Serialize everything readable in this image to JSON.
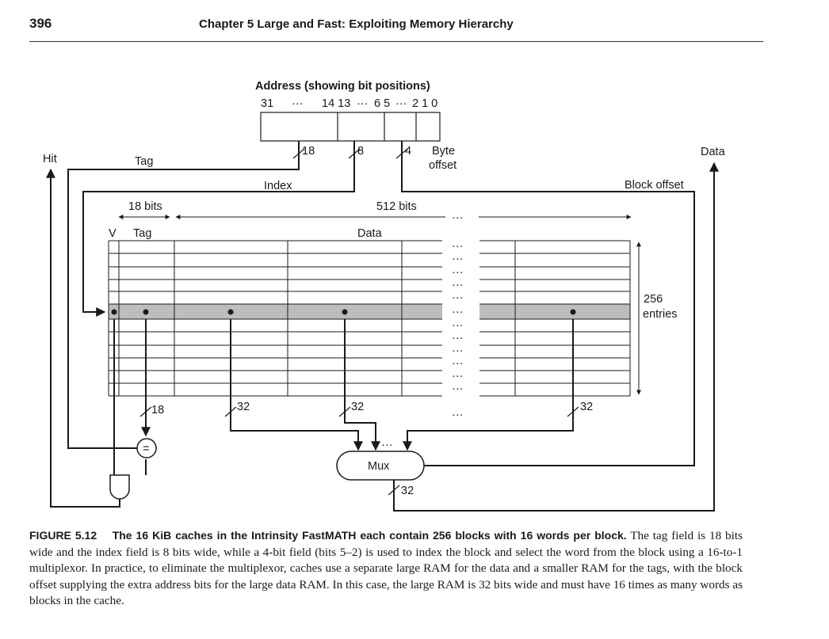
{
  "header": {
    "page_number": "396",
    "chapter_title": "Chapter 5   Large and Fast: Exploiting Memory Hierarchy"
  },
  "figure": {
    "address_title": "Address (showing bit positions)",
    "bit_31": "31",
    "dots": "···",
    "bits_14_13": "14 13",
    "bits_6_5": "6 5",
    "bits_2_1_0": "2 1 0",
    "tag_width": "18",
    "index_width": "8",
    "offset_width": "4",
    "byte_label": "Byte",
    "offset_label": "offset",
    "hit_label": "Hit",
    "tag_label": "Tag",
    "data_out_label": "Data",
    "index_label": "Index",
    "block_offset_label": "Block offset",
    "tag_bits_label": "18 bits",
    "data_bits_label": "512 bits",
    "valid_column": "V",
    "tag_column": "Tag",
    "data_column": "Data",
    "entries_count": "256",
    "entries_label": "entries",
    "compare_bus": "18",
    "word_bus": "32",
    "comparator_symbol": "=",
    "mux_label": "Mux",
    "output_bus": "32"
  },
  "caption": {
    "label": "FIGURE 5.12",
    "title": "The 16 KiB caches in the Intrinsity FastMATH each contain 256 blocks with 16 words per block.",
    "body": "The tag field is 18 bits wide and the index field is 8 bits wide, while a 4-bit field (bits 5–2) is used to index the block and select the word from the block using a 16-to-1 multiplexor. In practice, to eliminate the multiplexor, caches use a separate large RAM for the data and a smaller RAM for the tags, with the block offset supplying the extra address bits for the large data RAM. In this case, the large RAM is 32 bits wide and must have 16 times as many words as blocks in the cache."
  }
}
